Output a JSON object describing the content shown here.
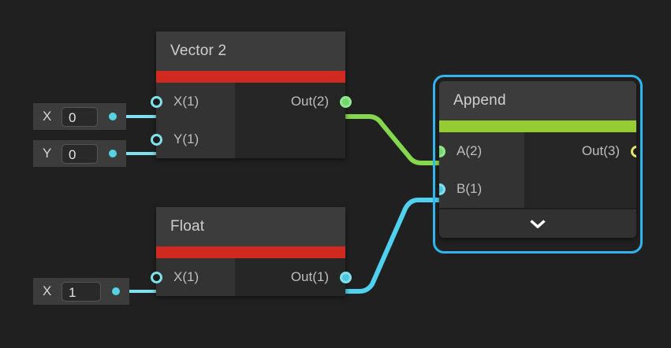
{
  "canvas": {
    "background": "#202020",
    "selection_color": "#2fb6ef"
  },
  "widgets": [
    {
      "name": "vector2-x-widget",
      "label": "X",
      "value": "0",
      "dot_color": "#55d2e3"
    },
    {
      "name": "vector2-y-widget",
      "label": "Y",
      "value": "0",
      "dot_color": "#55d2e3"
    },
    {
      "name": "float-x-widget",
      "label": "X",
      "value": "1",
      "dot_color": "#55d2e3"
    }
  ],
  "nodes": [
    {
      "id": "vector2",
      "title": "Vector 2",
      "accent_color": "#d02a20",
      "selected": false,
      "inputs": [
        {
          "label": "X(1)",
          "port_style": "hollow-cyan"
        },
        {
          "label": "Y(1)",
          "port_style": "hollow-cyan"
        }
      ],
      "outputs": [
        {
          "label": "Out(2)",
          "port_style": "filled-green"
        }
      ],
      "has_expander": false
    },
    {
      "id": "float",
      "title": "Float",
      "accent_color": "#d02a20",
      "selected": false,
      "inputs": [
        {
          "label": "X(1)",
          "port_style": "hollow-cyan"
        }
      ],
      "outputs": [
        {
          "label": "Out(1)",
          "port_style": "filled-cyan"
        }
      ],
      "has_expander": false
    },
    {
      "id": "append",
      "title": "Append",
      "accent_color": "#95cc31",
      "selected": true,
      "inputs": [
        {
          "label": "A(2)",
          "port_style": "filled-green"
        },
        {
          "label": "B(1)",
          "port_style": "filled-cyan"
        }
      ],
      "outputs": [
        {
          "label": "Out(3)",
          "port_style": "hollow-yellow"
        }
      ],
      "has_expander": true,
      "expander_icon": "chevron-down-icon"
    }
  ],
  "connections": [
    {
      "name": "vector2-out-to-append-a",
      "from": "vector2.Out(2)",
      "to": "append.A(2)",
      "color": "#83d84e"
    },
    {
      "name": "float-out-to-append-b",
      "from": "float.Out(1)",
      "to": "append.B(1)",
      "color": "#4fd2f0"
    },
    {
      "name": "vector2-x-widget-to-x-input",
      "from": "vector2-x-widget",
      "to": "vector2.X(1)",
      "color": "#7fe0ee"
    },
    {
      "name": "vector2-y-widget-to-y-input",
      "from": "vector2-y-widget",
      "to": "vector2.Y(1)",
      "color": "#7fe0ee"
    },
    {
      "name": "float-x-widget-to-x-input",
      "from": "float-x-widget",
      "to": "float.X(1)",
      "color": "#7fe0ee"
    }
  ]
}
